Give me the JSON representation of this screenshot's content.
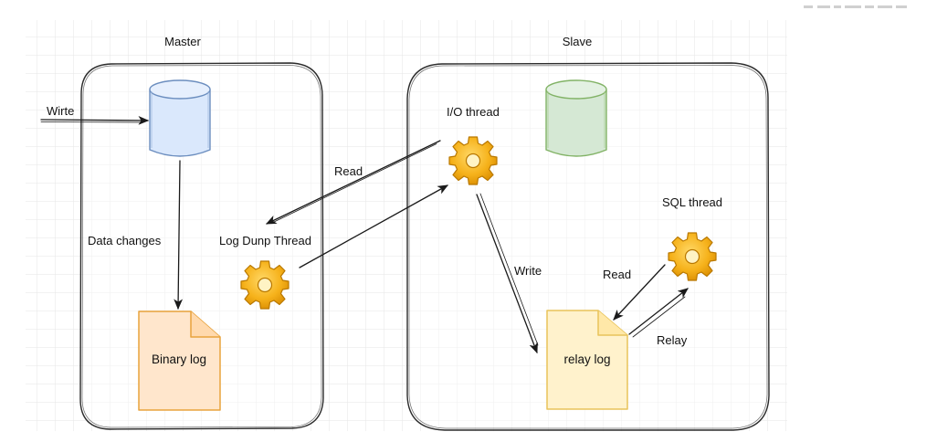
{
  "master": {
    "title": "Master"
  },
  "slave": {
    "title": "Slave"
  },
  "labels": {
    "write_in": "Wirte",
    "data_changes": "Data changes",
    "binary_log": "Binary log",
    "log_dump_thread": "Log Dunp Thread",
    "read_top": "Read",
    "io_thread": "I/O thread",
    "write_io": "Write",
    "relay_log": "relay log",
    "sql_thread": "SQL thread",
    "read_sql": "Read",
    "relay": "Relay"
  },
  "colors": {
    "grid": "#e6e6e6",
    "panel_stroke": "#2b2b2b",
    "master_db_fill": "#dae8fc",
    "master_db_stroke": "#6c8ebf",
    "slave_db_fill": "#d5e8d4",
    "slave_db_stroke": "#82b366",
    "log_fill": "#ffe6cc",
    "log_stroke": "#e8a33d",
    "gear_fill": "#f6b21b",
    "gear_stroke": "#b97800",
    "arrow": "#1a1a1a"
  },
  "icons": {
    "master_db": "database-cylinder-icon",
    "slave_db": "database-cylinder-icon",
    "binary_log": "document-icon",
    "relay_log": "document-icon",
    "gear": "gear-icon"
  }
}
